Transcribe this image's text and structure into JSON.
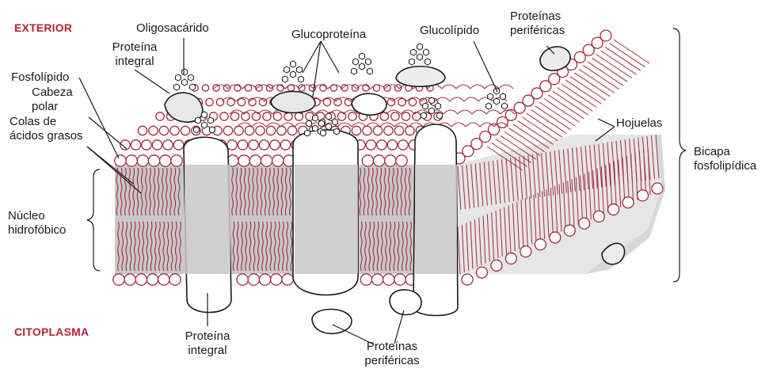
{
  "labels": {
    "exterior": "EXTERIOR",
    "citoplasma": "CITOPLASMA",
    "oligosacarido": "Oligosacárido",
    "proteina_integral_top_1": "Proteína",
    "proteina_integral_top_2": "integral",
    "glucoproteina": "Glucoproteína",
    "glucolipido": "Glucolípido",
    "perifericas_top_1": "Proteínas",
    "perifericas_top_2": "periféricas",
    "fosfolipido": "Fosfolípido",
    "cabeza_1": "Cabeza",
    "cabeza_2": "polar",
    "colas_1": "Colas de",
    "colas_2": "ácidos grasos",
    "hojuelas": "Hojuelas",
    "bicapa_1": "Bicapa",
    "bicapa_2": "fosfolipídica",
    "nucleo_1": "Núcleo",
    "nucleo_2": "hidrofóbico",
    "proteina_integral_bottom_1": "Proteína",
    "proteina_integral_bottom_2": "integral",
    "perifericas_bottom_1": "Proteínas",
    "perifericas_bottom_2": "periféricas"
  },
  "colors": {
    "lipid": "#a52a3f",
    "core": "#c8c8c8",
    "outline": "#1a1a1a",
    "accent_text": "#b3243a"
  }
}
